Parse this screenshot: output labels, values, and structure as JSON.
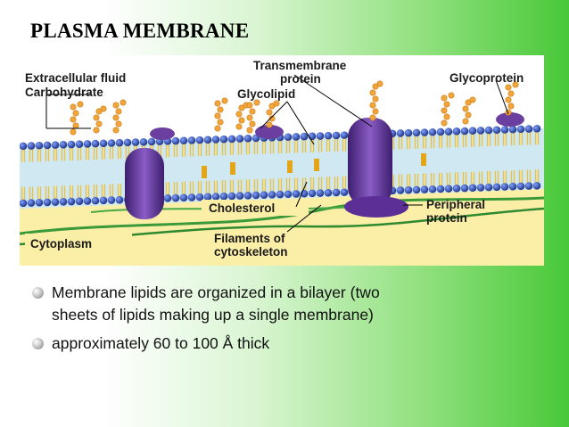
{
  "slide": {
    "title": "PLASMA MEMBRANE",
    "colors": {
      "background_right": "#48c838",
      "protein": "#6a3fa0",
      "head": "#2f4aa8",
      "tail": "#e8b21e"
    }
  },
  "diagram": {
    "labels": {
      "extracellular_fluid": "Extracellular fluid",
      "carbohydrate": "Carbohydrate",
      "transmembrane_1": "Transmembrane",
      "transmembrane_2": "protein",
      "glycolipid": "Glycolipid",
      "glycoprotein": "Glycoprotein",
      "cholesterol": "Cholesterol",
      "peripheral_1": "Peripheral",
      "peripheral_2": "protein",
      "cytoplasm": "Cytoplasm",
      "filaments_1": "Filaments of",
      "filaments_2": "cytoskeleton"
    }
  },
  "bullets": [
    {
      "line1": "Membrane lipids are organized in a bilayer (two",
      "line2": "sheets of lipids making up a single membrane)"
    },
    {
      "line1": "approximately 60 to 100 Å thick"
    }
  ]
}
